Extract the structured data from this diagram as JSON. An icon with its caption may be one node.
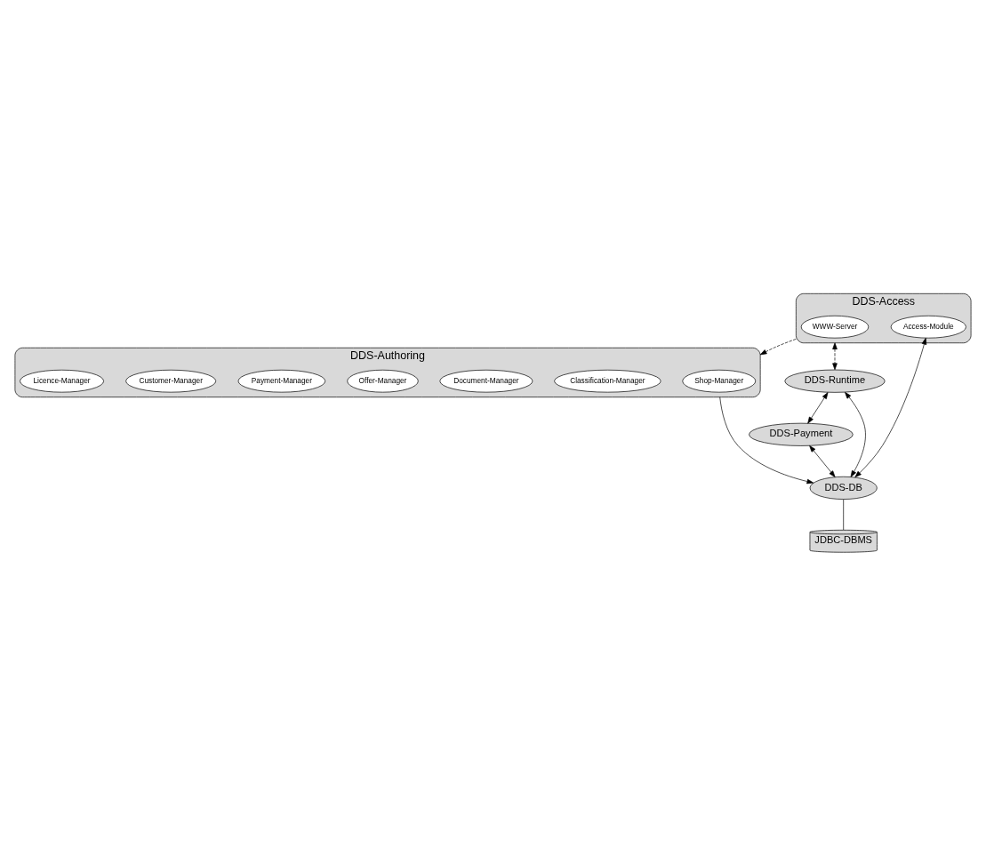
{
  "diagram": {
    "nodes": [
      {
        "text": [
          "DDS-Access"
        ]
      },
      {
        "text": [
          "WWW-Server"
        ],
        "in": 0
      },
      {
        "text": [
          "Access-Module"
        ],
        "in": 0
      },
      {
        "text": [
          "DDS-Authoring"
        ]
      },
      {
        "text": [
          "Shop-Manager"
        ],
        "in": 3
      },
      {
        "text": [
          "Classification-Manager"
        ],
        "in": 3
      },
      {
        "text": [
          "Document-Manager"
        ],
        "in": 3
      },
      {
        "text": [
          "Offer-Manager"
        ],
        "in": 3
      },
      {
        "text": [
          "Payment-Manager"
        ],
        "in": 3
      },
      {
        "text": [
          "Customer-Manager"
        ],
        "in": 3
      },
      {
        "text": [
          "Licence-Manager"
        ],
        "in": 3
      },
      {
        "text": [
          "DDS-Runtime"
        ]
      },
      {
        "text": [
          "DDS-Payment"
        ]
      },
      {
        "text": [
          "DDS-DB"
        ]
      },
      {
        "text": [
          "JDBC-DBMS"
        ]
      }
    ],
    "edges": [
      {
        "from": 0,
        "to": 3,
        "arrow": "to",
        "style": "dashed"
      },
      {
        "from": 2,
        "to": 13,
        "arrow": "both"
      },
      {
        "from": 0,
        "to": 11,
        "arrow": "both",
        "style": "dashed"
      },
      {
        "from": 11,
        "to": 13,
        "arrow": "both"
      },
      {
        "from": 11,
        "to": 12,
        "arrow": "both"
      },
      {
        "from": 3,
        "to": 13,
        "arrow": "to"
      },
      {
        "from": 12,
        "to": 13,
        "arrow": "both"
      },
      {
        "from": 13,
        "to": 14,
        "arrow": "none"
      }
    ]
  }
}
